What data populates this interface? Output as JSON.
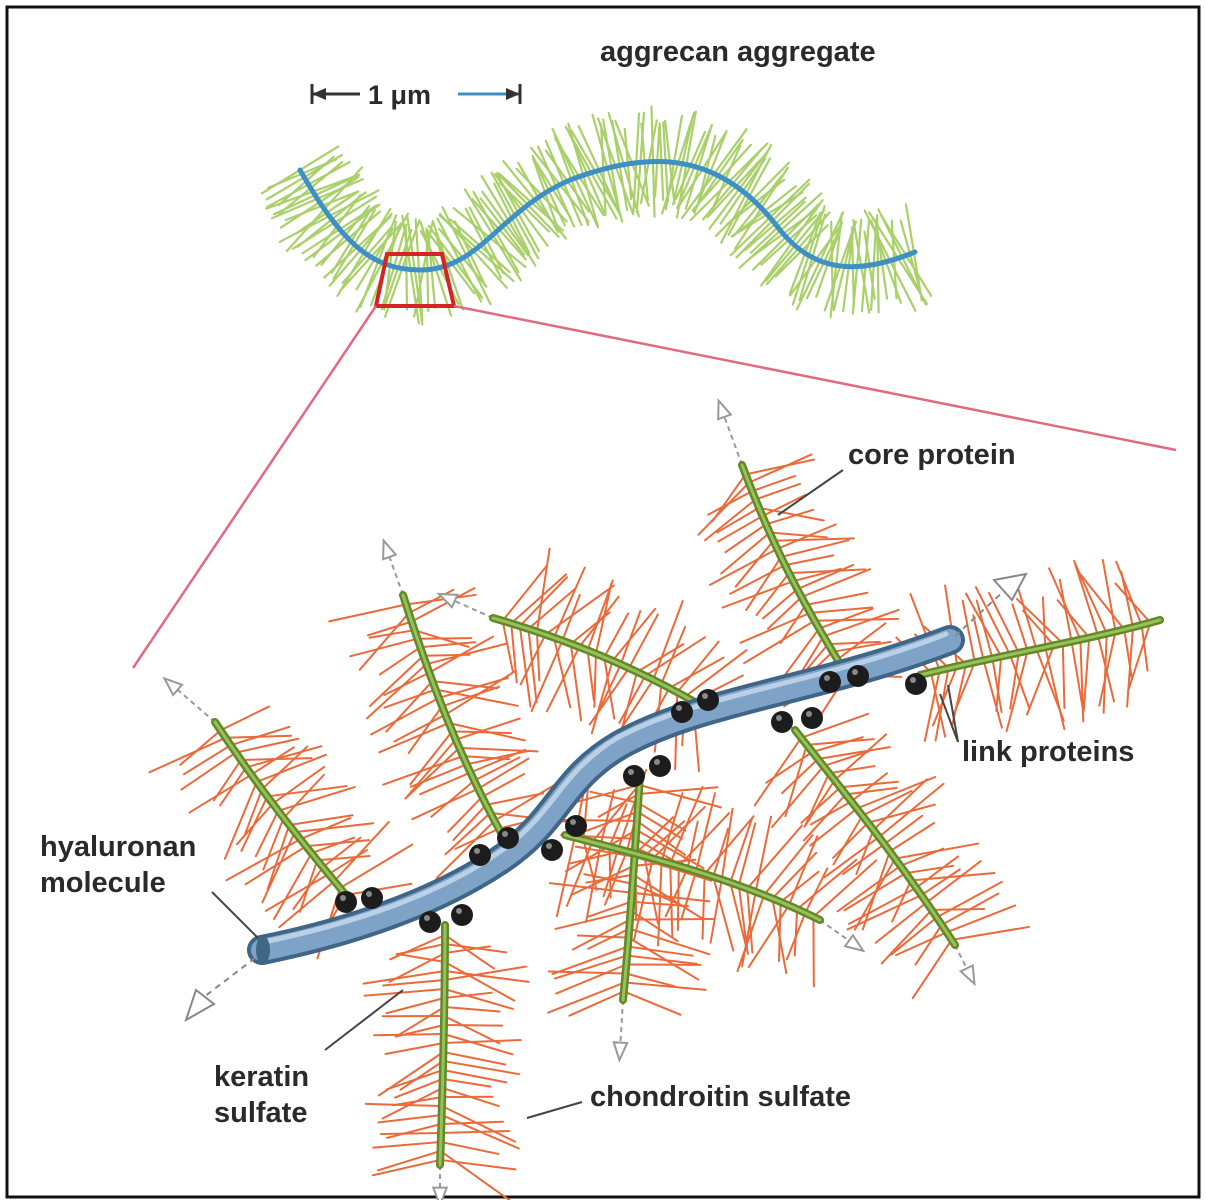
{
  "title": "aggrecan aggregate",
  "scale_bar": {
    "label": "1 μm"
  },
  "labels": {
    "core_protein": "core protein",
    "link_proteins": "link proteins",
    "hyaluronan_line1": "hyaluronan",
    "hyaluronan_line2": "molecule",
    "keratin_line1": "keratin",
    "keratin_line2": "sulfate",
    "chondroitin": "chondroitin sulfate"
  },
  "colors": {
    "frame": "#111111",
    "fuzz": "#a9d06a",
    "backbone_blue": "#3d8fc4",
    "zoom_box": "#d42424",
    "zoom_lines": "#e06a80",
    "hyaluronan_fill": "#7fa3c6",
    "hyaluronan_edge": "#3f6587",
    "core_protein": "#5f8a2c",
    "core_protein_light": "#9bc057",
    "chondroitin": "#ea6a3a",
    "link_protein": "#1c1c1c",
    "label_text": "#2a2a2a"
  }
}
